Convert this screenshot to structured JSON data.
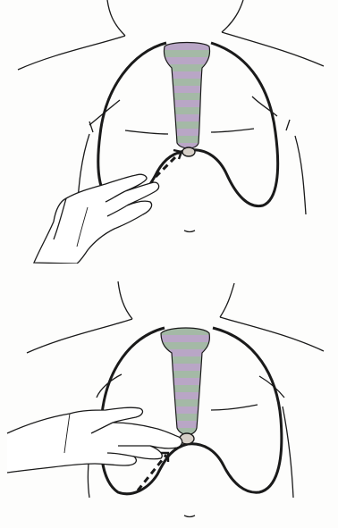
{
  "figure": {
    "panels": [
      {
        "id": "top",
        "depiction": "hand-with-palpation-path-below-xiphoid"
      },
      {
        "id": "bottom",
        "depiction": "hand-fingers-on-xiphoid-process"
      }
    ],
    "colors": {
      "ink": "#1a1a1a",
      "sternum_fill_a": "#b9a6c6",
      "sternum_fill_b": "#a4b9a6",
      "paper": "#fdfdfc"
    },
    "icons": [
      "chest-outline-icon",
      "sternum-icon",
      "hand-icon",
      "arrow-path-icon"
    ]
  }
}
